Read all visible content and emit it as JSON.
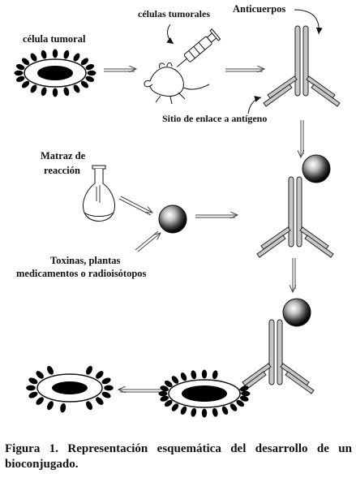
{
  "labels": {
    "celula_tumoral": "célula tumoral",
    "celulas_tumorales": "células tumorales",
    "anticuerpos": "Anticuerpos",
    "sitio_enlace": "Sitio de enlace a antígeno",
    "matraz_line1": "Matraz de",
    "matraz_line2": "reacción",
    "toxinas_line1": "Toxinas, plantas",
    "toxinas_line2": "medicamentos o radioisótopos"
  },
  "caption": "Figura 1. Representación esquemática del desarrollo de un bioconjugado.",
  "colors": {
    "ink": "#111111",
    "antibody_fill": "#c8c8c8",
    "nucleus": "#000000"
  }
}
